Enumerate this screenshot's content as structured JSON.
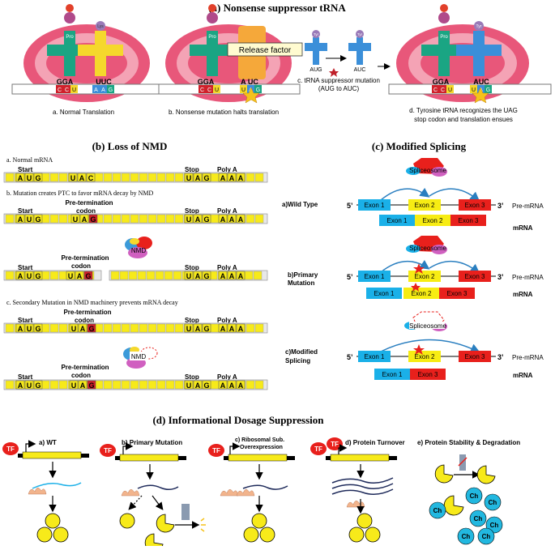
{
  "panel_a": {
    "title": "(a) Nonsense suppressor tRNA",
    "normal": {
      "aa1": "Pro",
      "aa2": "Lys",
      "anticodon1": "GGA",
      "anticodon2": "UUC",
      "codon1": [
        "C",
        "C",
        "U"
      ],
      "codon2": [
        "A",
        "A",
        "G"
      ],
      "caption": "a. Normal Translation"
    },
    "halt": {
      "aa1": "Pro",
      "anticodon1": "GGA",
      "anticodon2": "A UC",
      "codon1": [
        "C",
        "C",
        "U"
      ],
      "codon2": [
        "U",
        "A",
        "G"
      ],
      "release_factor": "Release factor",
      "caption": "b. Nonsense mutation halts translation"
    },
    "free_trna1": {
      "aa": "Tyr",
      "label": "AUG"
    },
    "free_trna2": {
      "aa": "Tyr",
      "label": "AUC"
    },
    "mutation_caption_1": "c. tRNA suppressor mutation",
    "mutation_caption_2": "(AUG to AUC)",
    "suppressed": {
      "aa1": "Pro",
      "aa2": "Tyr",
      "anticodon1": "GGA",
      "anticodon2": "AUC",
      "codon1": [
        "C",
        "C",
        "U"
      ],
      "codon2": [
        "U",
        "A",
        "G"
      ],
      "caption_1": "d. Tyrosine tRNA recognizes the UAG",
      "caption_2": "stop codon and translation ensues"
    }
  },
  "panel_b": {
    "title": "(b) Loss of NMD",
    "normal_heading": "a. Normal mRNA",
    "start": "Start",
    "stop": "Stop",
    "polya": "Poly A",
    "ptc_line1": "Pre-termination",
    "ptc_line2": "codon",
    "mutation_heading": "b. Mutation creates PTC to favor mRNA decay by NMD",
    "secondary_heading": "c. Secondary Mutation in NMD machinery prevents mRNA decay",
    "nmd": "NMD",
    "aug": [
      "A",
      "U",
      "G"
    ],
    "uac": [
      "U",
      "A",
      "C"
    ],
    "uag": [
      "U",
      "A",
      "G"
    ],
    "aaa": [
      "A",
      "A",
      "A"
    ]
  },
  "panel_c": {
    "title": "(c) Modified Splicing",
    "spliceosome": "Spliceosome",
    "five_prime": "5’",
    "three_prime": "3’",
    "exon1": "Exon 1",
    "exon2": "Exon 2",
    "exon3": "Exon 3",
    "pre_mrna": "Pre-mRNA",
    "mrna": "mRNA",
    "wild_type": "a)Wild Type",
    "primary_1": "b)Primary",
    "primary_2": "Mutation",
    "modified_1": "c)Modified",
    "modified_2": "Splicing"
  },
  "panel_d": {
    "title": "(d) Informational Dosage Suppression",
    "tf": "TF",
    "wt": "a) WT",
    "primary": "b) Primary Mutation",
    "ribo_1": "c) Ribosomal Sub.",
    "ribo_2": "Overexpression",
    "turnover": "d) Protein Turnover",
    "stability": "e) Protein Stability & Degradation",
    "ch": "Ch"
  },
  "colors": {
    "ribosome": "#e8577a",
    "ribosome_light": "#f4a3b5",
    "trna_green": "#1aa583",
    "trna_yellow": "#f5d82c",
    "trna_blue": "#3b8fd9",
    "release": "#f5a83a",
    "codon_red": "#d0202a",
    "exon_blue": "#1ab0e8",
    "exon_yellow": "#f7ec13",
    "exon_red": "#e8201c",
    "mrna_yellow": "#f7ea1a",
    "chaperone": "#22b8e0"
  }
}
